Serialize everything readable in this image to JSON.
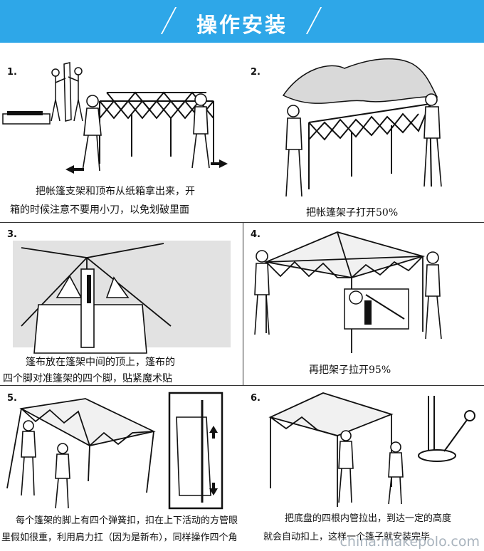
{
  "header": {
    "title": "操作安装",
    "color": "#2ea7e8"
  },
  "steps": [
    {
      "num": "1.",
      "caption_lines": [
        "把帐篷支架和顶布从纸箱拿出来，开",
        "箱的时候注意不要用小刀，以免划破里面"
      ]
    },
    {
      "num": "2.",
      "caption_lines": [
        "把帐篷架子打开50%"
      ]
    },
    {
      "num": "3.",
      "caption_lines": [
        "篷布放在篷架中间的顶上，篷布的",
        "四个脚对准篷架的四个脚，贴紧魔术贴"
      ]
    },
    {
      "num": "4.",
      "caption_lines": [
        "再把架子拉开95%"
      ]
    },
    {
      "num": "5.",
      "caption_lines": [
        "每个篷架的脚上有四个弹簧扣，扣在上下活动的方管眼",
        "里假如很重，利用肩力扛（因为是新布），同样操作四个角"
      ]
    },
    {
      "num": "6.",
      "caption_lines": [
        "把底盘的四根内管拉出，到达一定的高度",
        "就会自动扣上，这样一个篷子就安装完毕"
      ]
    }
  ],
  "watermark": "china.makepolo.com"
}
